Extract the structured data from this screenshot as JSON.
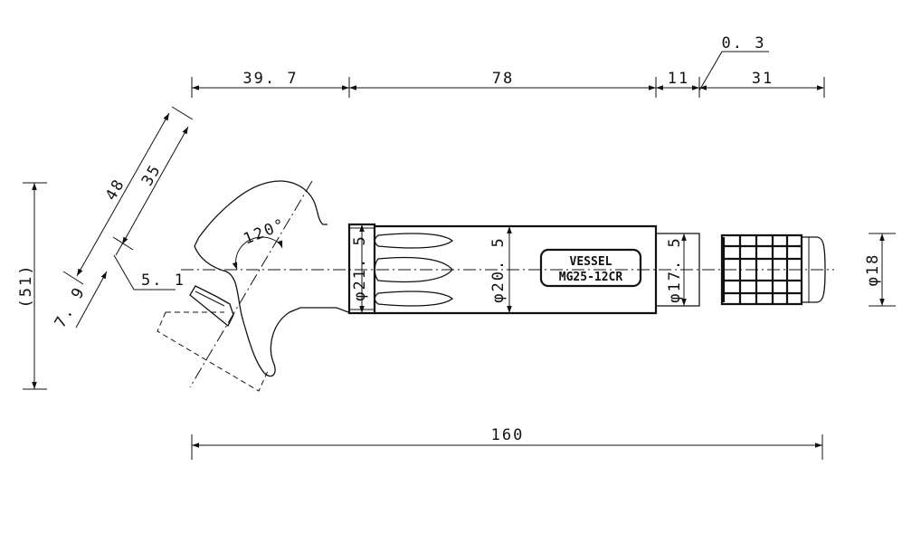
{
  "dimensions": {
    "d_39_7": "39. 7",
    "d_78": "78",
    "d_11": "11",
    "d_31": "31",
    "d_0_3": "0. 3",
    "d_48": "48",
    "d_35": "35",
    "d_7_9": "7. 9",
    "d_5_1": "5. 1",
    "d_51": "(51)",
    "d_160": "160",
    "angle_120": "120°",
    "phi_21_5": "φ21. 5",
    "phi_20_5": "φ20. 5",
    "phi_17_5": "φ17. 5",
    "phi_18": "φ18"
  },
  "label": {
    "brand": "VESSEL",
    "model": "MG25-12CR"
  }
}
